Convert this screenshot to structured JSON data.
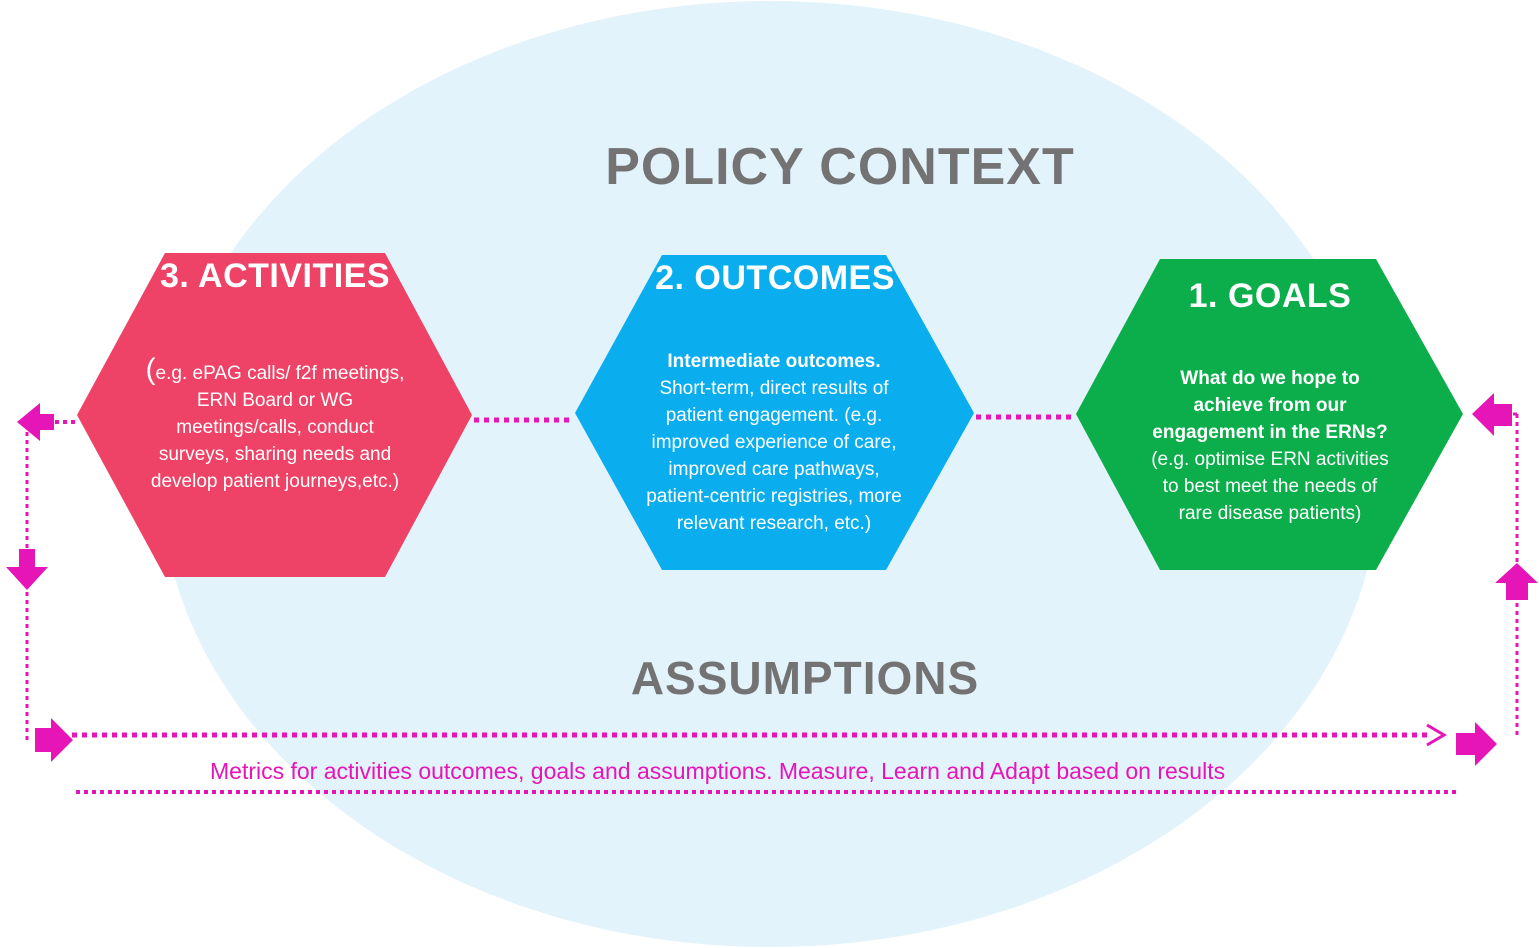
{
  "colors": {
    "ellipse": "#e3f3fb",
    "activities": "#ee4266",
    "outcomes": "#0aaeef",
    "goals": "#0bae4b",
    "connector": "#e615b8",
    "label_grey": "#737373"
  },
  "labels": {
    "policy_context": "POLICY CONTEXT",
    "assumptions": "ASSUMPTIONS",
    "metrics": "Metrics for activities outcomes, goals and assumptions. Measure, Learn and Adapt based on results"
  },
  "activities": {
    "title": "3. ACTIVITIES",
    "paren": "(",
    "body_first": "e.g. ePAG calls/ f2f",
    "body_rest": "meetings, ERN Board or WG meetings/calls, conduct surveys, sharing needs and develop patient journeys,etc.)"
  },
  "outcomes": {
    "title": "2. OUTCOMES",
    "bold_text": "Intermediate outcomes.",
    "body": "Short-term, direct results of patient engagement. (e.g. improved experience of care, improved care pathways, patient-centric registries, more relevant research, etc.)"
  },
  "goals": {
    "title": "1. GOALS",
    "bold_text": "What do we hope to achieve from our engagement in the ERNs?",
    "body": "(e.g. optimise ERN activities to best meet the needs of rare disease patients)"
  }
}
